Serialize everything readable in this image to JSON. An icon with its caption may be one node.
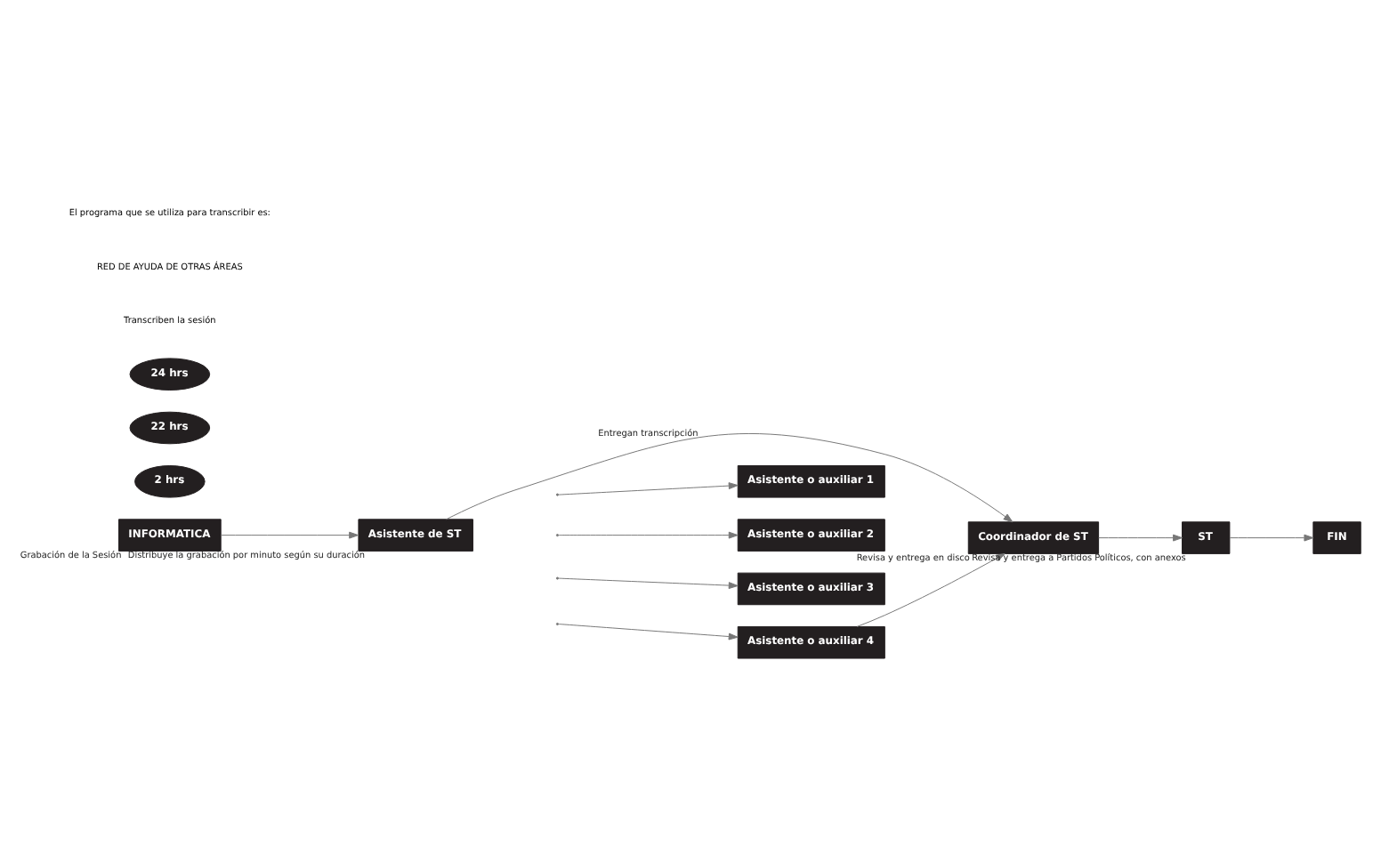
{
  "diagram": {
    "nodes": [
      {
        "text": [
          "INFORMATICA"
        ],
        "beside": [
          "Grabación de la Sesión"
        ]
      },
      {
        "text": [
          "Asistente de ST"
        ],
        "beside": [
          "Distribuye la grabación por minuto según su duración"
        ]
      },
      {
        "text": [
          "Asistente o auxiliar 1"
        ]
      },
      {
        "text": [
          "Asistente o auxiliar 2"
        ]
      },
      {
        "text": [
          "Asistente o auxiliar 3"
        ]
      },
      {
        "text": [
          "Asistente o auxiliar 4"
        ]
      },
      {
        "text": [
          "Coordinador de ST"
        ],
        "beside": [
          "Revisa y entrega en disco"
        ]
      },
      {
        "text": [
          "ST"
        ],
        "beside": [
          "Revisa y entrega a Partidos Políticos, con anexos"
        ]
      },
      {
        "text": [
          "FIN"
        ]
      },
      {
        "text": [
          "2 hrs"
        ]
      },
      {
        "text": [
          "22 hrs"
        ]
      },
      {
        "text": [
          "24 hrs"
        ]
      }
    ],
    "edges": [
      {
        "from": 0,
        "to": 1,
        "arrow": "to"
      },
      {
        "from": null,
        "to": 2,
        "arrow": "to"
      },
      {
        "from": null,
        "to": 3,
        "arrow": "to"
      },
      {
        "from": null,
        "to": 4,
        "arrow": "to"
      },
      {
        "from": null,
        "to": 5,
        "arrow": "to"
      },
      {
        "from": 5,
        "to": 6,
        "arrow": "to"
      },
      {
        "from": 1,
        "to": 6,
        "arrow": "to",
        "label": "Entregan transcripción"
      },
      {
        "from": 6,
        "to": 7,
        "arrow": "to"
      },
      {
        "from": 7,
        "to": 8,
        "arrow": "to"
      }
    ],
    "labels": [
      "Transcriben la sesión",
      "RED DE AYUDA DE OTRAS ÁREAS",
      "El programa que se utiliza para transcribir es:"
    ]
  }
}
